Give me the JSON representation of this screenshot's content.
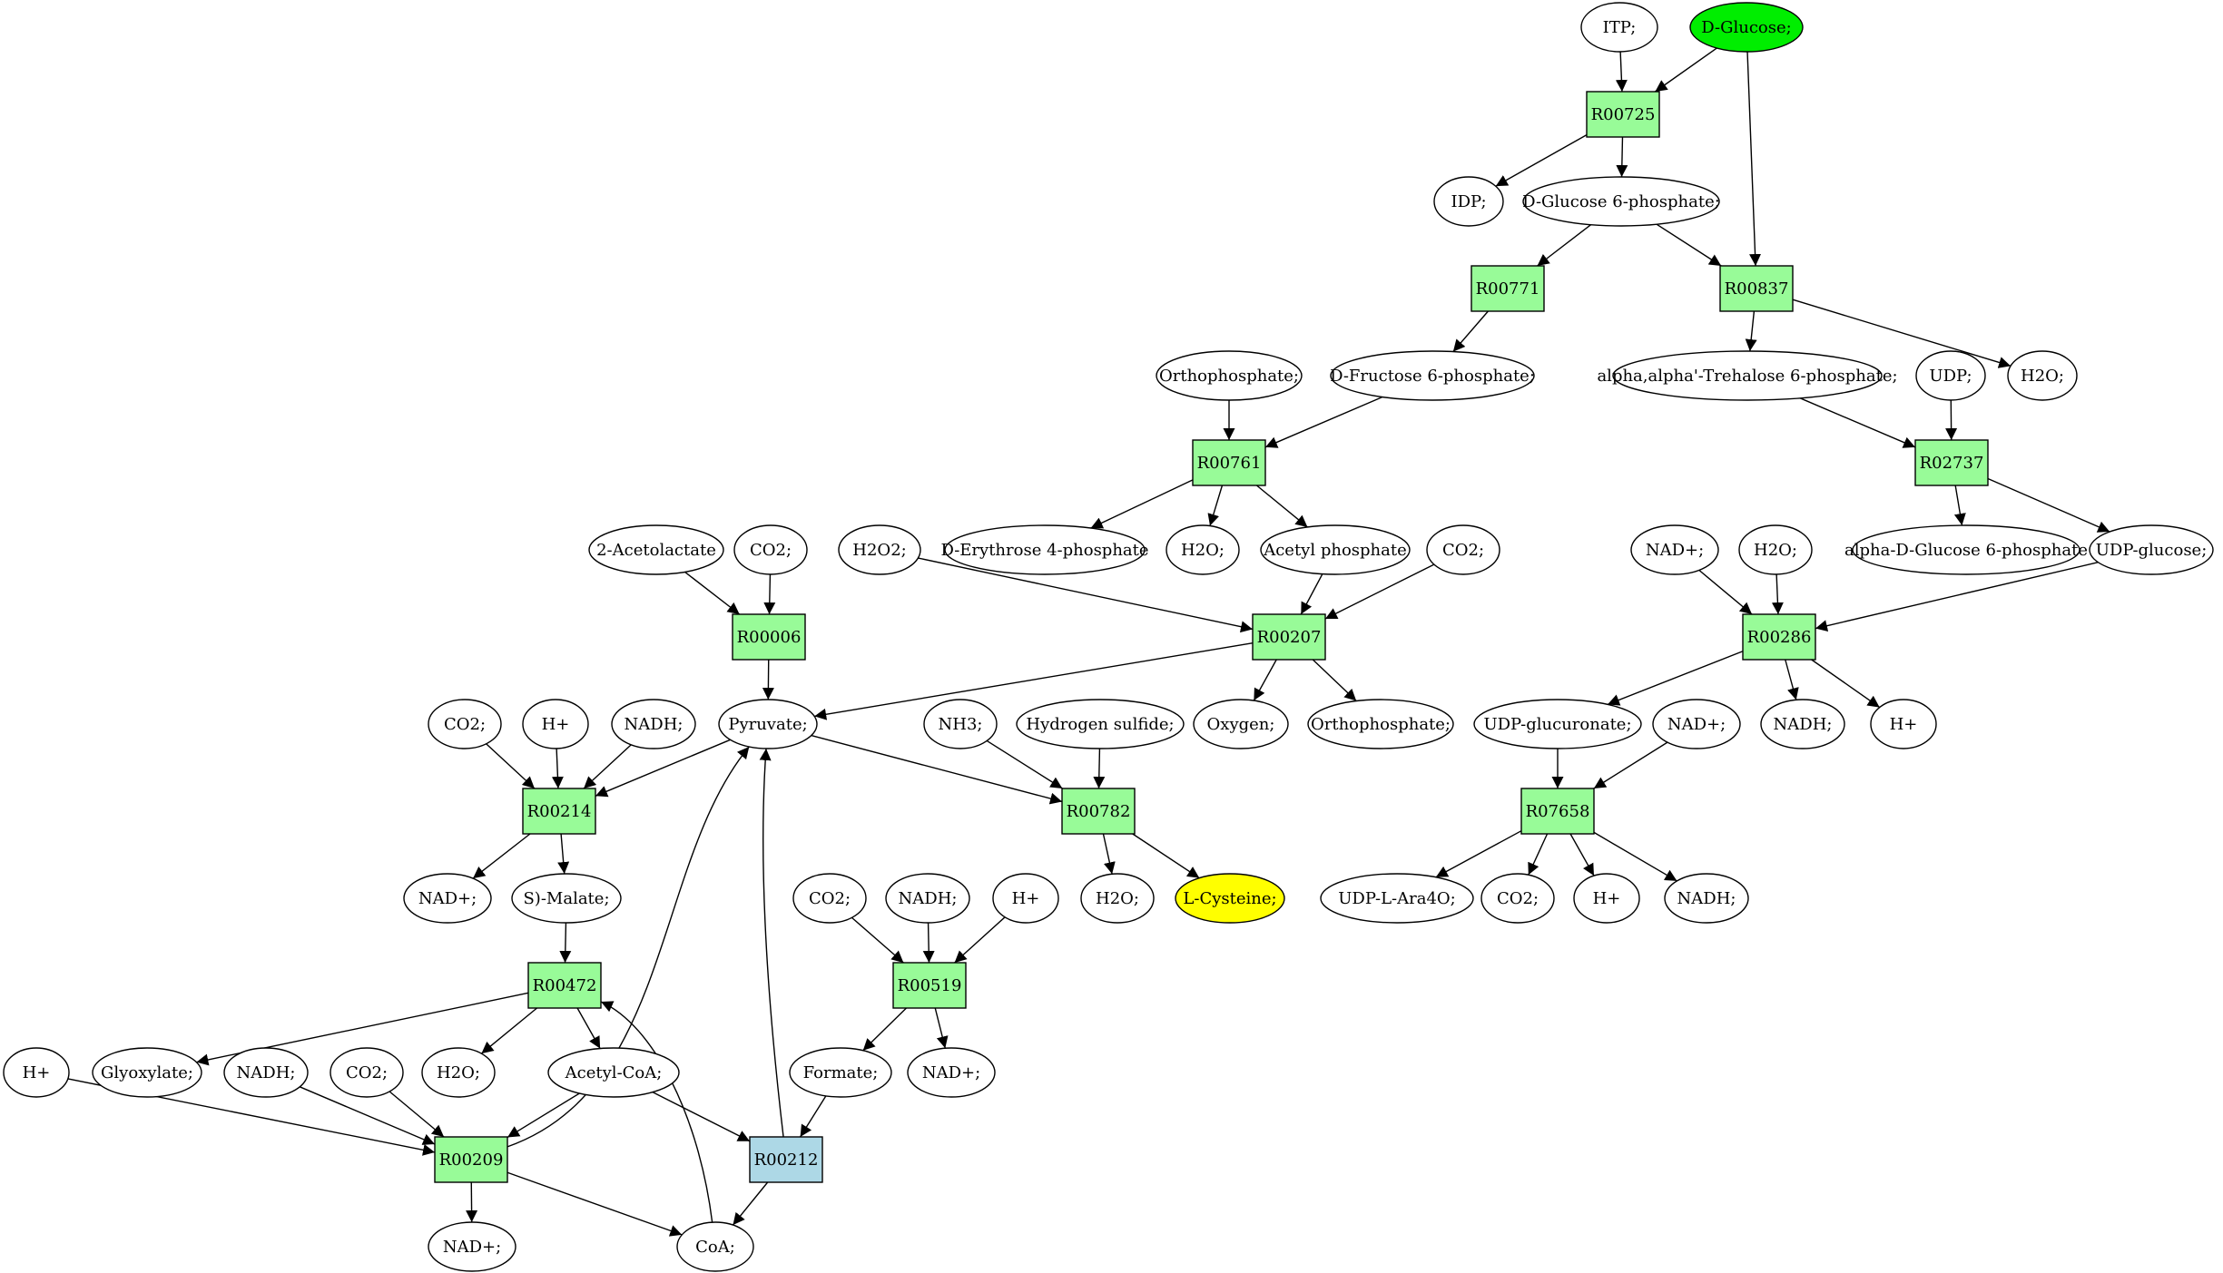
{
  "colors": {
    "compound": "#ffffff",
    "reaction": "#98fb98",
    "reaction_special": "#add8e6",
    "start": "#00ee00",
    "target": "#ffff00"
  },
  "nodes": [
    {
      "id": "c_itp",
      "kind": "compound",
      "label": "ITP;"
    },
    {
      "id": "c_dglucose",
      "kind": "compound",
      "label": "D-Glucose;",
      "highlight": "start"
    },
    {
      "id": "r_R00725",
      "kind": "reaction",
      "label": "R00725"
    },
    {
      "id": "c_idp",
      "kind": "compound",
      "label": "IDP;"
    },
    {
      "id": "c_g6p",
      "kind": "compound",
      "label": "D-Glucose 6-phosphate;"
    },
    {
      "id": "r_R00771",
      "kind": "reaction",
      "label": "R00771"
    },
    {
      "id": "r_R00837",
      "kind": "reaction",
      "label": "R00837"
    },
    {
      "id": "c_ortho1",
      "kind": "compound",
      "label": "Orthophosphate;"
    },
    {
      "id": "c_f6p",
      "kind": "compound",
      "label": "D-Fructose 6-phosphate;"
    },
    {
      "id": "c_trehalose",
      "kind": "compound",
      "label": "alpha,alpha'-Trehalose 6-phosphate;"
    },
    {
      "id": "c_udp",
      "kind": "compound",
      "label": "UDP;"
    },
    {
      "id": "c_h2o_a",
      "kind": "compound",
      "label": "H2O;"
    },
    {
      "id": "r_R00761",
      "kind": "reaction",
      "label": "R00761"
    },
    {
      "id": "r_R02737",
      "kind": "reaction",
      "label": "R02737"
    },
    {
      "id": "c_2acet",
      "kind": "compound",
      "label": "2-Acetolactate"
    },
    {
      "id": "c_co2_a",
      "kind": "compound",
      "label": "CO2;"
    },
    {
      "id": "c_h2o2",
      "kind": "compound",
      "label": "H2O2;"
    },
    {
      "id": "c_e4p",
      "kind": "compound",
      "label": "D-Erythrose 4-phosphate"
    },
    {
      "id": "c_h2o_b",
      "kind": "compound",
      "label": "H2O;"
    },
    {
      "id": "c_acp",
      "kind": "compound",
      "label": "Acetyl phosphate"
    },
    {
      "id": "c_co2_b",
      "kind": "compound",
      "label": "CO2;"
    },
    {
      "id": "c_nad_a",
      "kind": "compound",
      "label": "NAD+;"
    },
    {
      "id": "c_h2o_c",
      "kind": "compound",
      "label": "H2O;"
    },
    {
      "id": "c_adg6p",
      "kind": "compound",
      "label": "alpha-D-Glucose 6-phosphate"
    },
    {
      "id": "c_udpglc",
      "kind": "compound",
      "label": "UDP-glucose;"
    },
    {
      "id": "r_R00006",
      "kind": "reaction",
      "label": "R00006"
    },
    {
      "id": "r_R00207",
      "kind": "reaction",
      "label": "R00207"
    },
    {
      "id": "r_R00286",
      "kind": "reaction",
      "label": "R00286"
    },
    {
      "id": "c_co2_c",
      "kind": "compound",
      "label": "CO2;"
    },
    {
      "id": "c_hplus_a",
      "kind": "compound",
      "label": "H+"
    },
    {
      "id": "c_nadh_a",
      "kind": "compound",
      "label": "NADH;"
    },
    {
      "id": "c_pyruvate",
      "kind": "compound",
      "label": "Pyruvate;"
    },
    {
      "id": "c_nh3",
      "kind": "compound",
      "label": "NH3;"
    },
    {
      "id": "c_h2s",
      "kind": "compound",
      "label": "Hydrogen sulfide;"
    },
    {
      "id": "c_oxygen",
      "kind": "compound",
      "label": "Oxygen;"
    },
    {
      "id": "c_ortho2",
      "kind": "compound",
      "label": "Orthophosphate;"
    },
    {
      "id": "c_udpgluc",
      "kind": "compound",
      "label": "UDP-glucuronate;"
    },
    {
      "id": "c_nad_b",
      "kind": "compound",
      "label": "NAD+;"
    },
    {
      "id": "c_nadh_b",
      "kind": "compound",
      "label": "NADH;"
    },
    {
      "id": "c_hplus_b",
      "kind": "compound",
      "label": "H+"
    },
    {
      "id": "r_R00214",
      "kind": "reaction",
      "label": "R00214"
    },
    {
      "id": "r_R00782",
      "kind": "reaction",
      "label": "R00782"
    },
    {
      "id": "r_R07658",
      "kind": "reaction",
      "label": "R07658"
    },
    {
      "id": "c_nad_c",
      "kind": "compound",
      "label": "NAD+;"
    },
    {
      "id": "c_smalate",
      "kind": "compound",
      "label": "S)-Malate;"
    },
    {
      "id": "c_co2_d",
      "kind": "compound",
      "label": "CO2;"
    },
    {
      "id": "c_nadh_c",
      "kind": "compound",
      "label": "NADH;"
    },
    {
      "id": "c_hplus_c",
      "kind": "compound",
      "label": "H+"
    },
    {
      "id": "c_h2o_d",
      "kind": "compound",
      "label": "H2O;"
    },
    {
      "id": "c_lcys",
      "kind": "compound",
      "label": "L-Cysteine;",
      "highlight": "target"
    },
    {
      "id": "c_udpara",
      "kind": "compound",
      "label": "UDP-L-Ara4O;"
    },
    {
      "id": "c_co2_e",
      "kind": "compound",
      "label": "CO2;"
    },
    {
      "id": "c_hplus_d",
      "kind": "compound",
      "label": "H+"
    },
    {
      "id": "c_nadh_d",
      "kind": "compound",
      "label": "NADH;"
    },
    {
      "id": "r_R00472",
      "kind": "reaction",
      "label": "R00472"
    },
    {
      "id": "r_R00519",
      "kind": "reaction",
      "label": "R00519"
    },
    {
      "id": "c_hplus_e",
      "kind": "compound",
      "label": "H+"
    },
    {
      "id": "c_glyox",
      "kind": "compound",
      "label": "Glyoxylate;"
    },
    {
      "id": "c_nadh_e",
      "kind": "compound",
      "label": "NADH;"
    },
    {
      "id": "c_co2_f",
      "kind": "compound",
      "label": "CO2;"
    },
    {
      "id": "c_h2o_e",
      "kind": "compound",
      "label": "H2O;"
    },
    {
      "id": "c_acoa",
      "kind": "compound",
      "label": "Acetyl-CoA;"
    },
    {
      "id": "c_formate",
      "kind": "compound",
      "label": "Formate;"
    },
    {
      "id": "c_nad_d",
      "kind": "compound",
      "label": "NAD+;"
    },
    {
      "id": "r_R00209",
      "kind": "reaction",
      "label": "R00209"
    },
    {
      "id": "r_R00212",
      "kind": "reaction",
      "label": "R00212",
      "highlight": "special"
    },
    {
      "id": "c_nad_e",
      "kind": "compound",
      "label": "NAD+;"
    },
    {
      "id": "c_coa",
      "kind": "compound",
      "label": "CoA;"
    }
  ],
  "edges": [
    [
      "c_itp",
      "r_R00725"
    ],
    [
      "c_dglucose",
      "r_R00725"
    ],
    [
      "c_dglucose",
      "r_R00837"
    ],
    [
      "r_R00725",
      "c_idp"
    ],
    [
      "r_R00725",
      "c_g6p"
    ],
    [
      "c_g6p",
      "r_R00771"
    ],
    [
      "c_g6p",
      "r_R00837"
    ],
    [
      "r_R00771",
      "c_f6p"
    ],
    [
      "r_R00837",
      "c_trehalose"
    ],
    [
      "r_R00837",
      "c_h2o_a"
    ],
    [
      "c_ortho1",
      "r_R00761"
    ],
    [
      "c_f6p",
      "r_R00761"
    ],
    [
      "c_trehalose",
      "r_R02737"
    ],
    [
      "c_udp",
      "r_R02737"
    ],
    [
      "r_R00761",
      "c_e4p"
    ],
    [
      "r_R00761",
      "c_h2o_b"
    ],
    [
      "r_R00761",
      "c_acp"
    ],
    [
      "r_R02737",
      "c_adg6p"
    ],
    [
      "r_R02737",
      "c_udpglc"
    ],
    [
      "c_2acet",
      "r_R00006"
    ],
    [
      "c_co2_a",
      "r_R00006"
    ],
    [
      "c_h2o2",
      "r_R00207"
    ],
    [
      "c_acp",
      "r_R00207"
    ],
    [
      "c_co2_b",
      "r_R00207"
    ],
    [
      "c_nad_a",
      "r_R00286"
    ],
    [
      "c_h2o_c",
      "r_R00286"
    ],
    [
      "c_udpglc",
      "r_R00286"
    ],
    [
      "r_R00006",
      "c_pyruvate"
    ],
    [
      "r_R00207",
      "c_pyruvate"
    ],
    [
      "r_R00207",
      "c_oxygen"
    ],
    [
      "r_R00207",
      "c_ortho2"
    ],
    [
      "r_R00286",
      "c_udpgluc"
    ],
    [
      "r_R00286",
      "c_nadh_b"
    ],
    [
      "r_R00286",
      "c_hplus_b"
    ],
    [
      "c_co2_c",
      "r_R00214"
    ],
    [
      "c_hplus_a",
      "r_R00214"
    ],
    [
      "c_nadh_a",
      "r_R00214"
    ],
    [
      "c_pyruvate",
      "r_R00214"
    ],
    [
      "c_pyruvate",
      "r_R00782"
    ],
    [
      "c_nh3",
      "r_R00782"
    ],
    [
      "c_h2s",
      "r_R00782"
    ],
    [
      "c_udpgluc",
      "r_R07658"
    ],
    [
      "c_nad_b",
      "r_R07658"
    ],
    [
      "r_R00214",
      "c_nad_c"
    ],
    [
      "r_R00214",
      "c_smalate"
    ],
    [
      "r_R00782",
      "c_h2o_d"
    ],
    [
      "r_R00782",
      "c_lcys"
    ],
    [
      "r_R07658",
      "c_udpara"
    ],
    [
      "r_R07658",
      "c_co2_e"
    ],
    [
      "r_R07658",
      "c_hplus_d"
    ],
    [
      "r_R07658",
      "c_nadh_d"
    ],
    [
      "c_smalate",
      "r_R00472"
    ],
    [
      "c_coa",
      "r_R00472"
    ],
    [
      "r_R00472",
      "c_glyox"
    ],
    [
      "r_R00472",
      "c_h2o_e"
    ],
    [
      "r_R00472",
      "c_acoa"
    ],
    [
      "c_co2_d",
      "r_R00519"
    ],
    [
      "c_nadh_c",
      "r_R00519"
    ],
    [
      "c_hplus_c",
      "r_R00519"
    ],
    [
      "r_R00519",
      "c_formate"
    ],
    [
      "r_R00519",
      "c_nad_d"
    ],
    [
      "c_hplus_e",
      "r_R00209"
    ],
    [
      "c_nadh_e",
      "r_R00209"
    ],
    [
      "c_co2_f",
      "r_R00209"
    ],
    [
      "c_acoa",
      "r_R00209"
    ],
    [
      "c_acoa",
      "r_R00212"
    ],
    [
      "c_formate",
      "r_R00212"
    ],
    [
      "r_R00209",
      "c_pyruvate"
    ],
    [
      "r_R00209",
      "c_nad_e"
    ],
    [
      "r_R00209",
      "c_coa"
    ],
    [
      "r_R00212",
      "c_pyruvate"
    ],
    [
      "r_R00212",
      "c_coa"
    ]
  ]
}
